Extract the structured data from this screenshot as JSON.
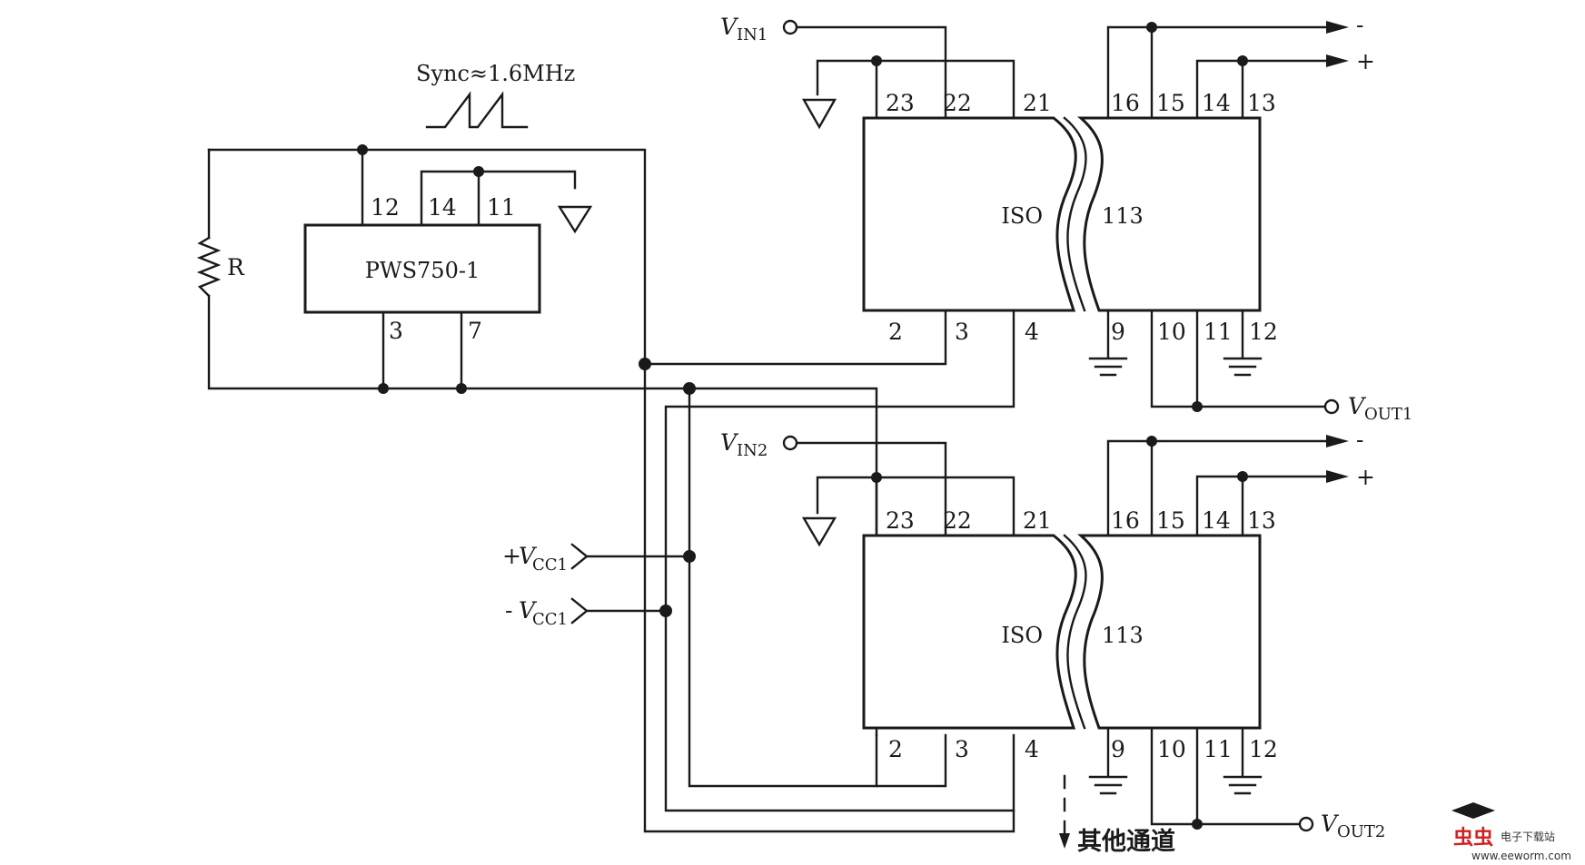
{
  "converter": {
    "part": "PWS750-1",
    "sync": "Sync≈1.6MHz",
    "resistor": "R",
    "pins": {
      "p12": "12",
      "p14": "14",
      "p11": "11",
      "p3": "3",
      "p7": "7"
    }
  },
  "iso1": {
    "left": "ISO",
    "right": "113",
    "top_pins": [
      "23",
      "22",
      "21",
      "16",
      "15",
      "14",
      "13"
    ],
    "bottom_pins": [
      "2",
      "3",
      "4",
      "9",
      "10",
      "11",
      "12"
    ]
  },
  "iso2": {
    "left": "ISO",
    "right": "113",
    "top_pins": [
      "23",
      "22",
      "21",
      "16",
      "15",
      "14",
      "13"
    ],
    "bottom_pins": [
      "2",
      "3",
      "4",
      "9",
      "10",
      "11",
      "12"
    ]
  },
  "terminals": {
    "vin1": {
      "base": "V",
      "sub": "IN1"
    },
    "vin2": {
      "base": "V",
      "sub": "IN2"
    },
    "vout1": {
      "base": "V",
      "sub": "OUT1"
    },
    "vout2": {
      "base": "V",
      "sub": "OUT2"
    },
    "vcc_plus": {
      "sign": "+",
      "base": "V",
      "sub": "CC1"
    },
    "vcc_minus": {
      "sign": "-",
      "base": "V",
      "sub": "CC1"
    }
  },
  "outputs": {
    "minus": "-",
    "plus": "+"
  },
  "other_channels": "其他通道",
  "watermark": {
    "brand": "虫虫",
    "name": "电子下载站",
    "url": "www.eeworm.com"
  }
}
